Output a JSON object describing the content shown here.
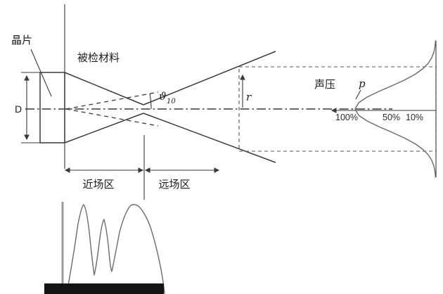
{
  "diagram": {
    "crystal_label": "晶片",
    "material_label": "被检材料",
    "diameter_label": "D",
    "angle_symbol": "ϑ",
    "angle_subscript": "10",
    "beam_radius_label": "r",
    "sound_pressure_label": "声压",
    "pressure_symbol": "p",
    "near_field_label": "近场区",
    "far_field_label": "远场区",
    "pressure_scale": {
      "p100": "100%",
      "p50": "50%",
      "p10": "10%"
    }
  },
  "colors": {
    "line": "#3a3a3a",
    "curve": "#6b6b6b",
    "bottom_axis": "#9a9a9a",
    "bottom_bar": "#141414",
    "background": "#ffffff"
  }
}
